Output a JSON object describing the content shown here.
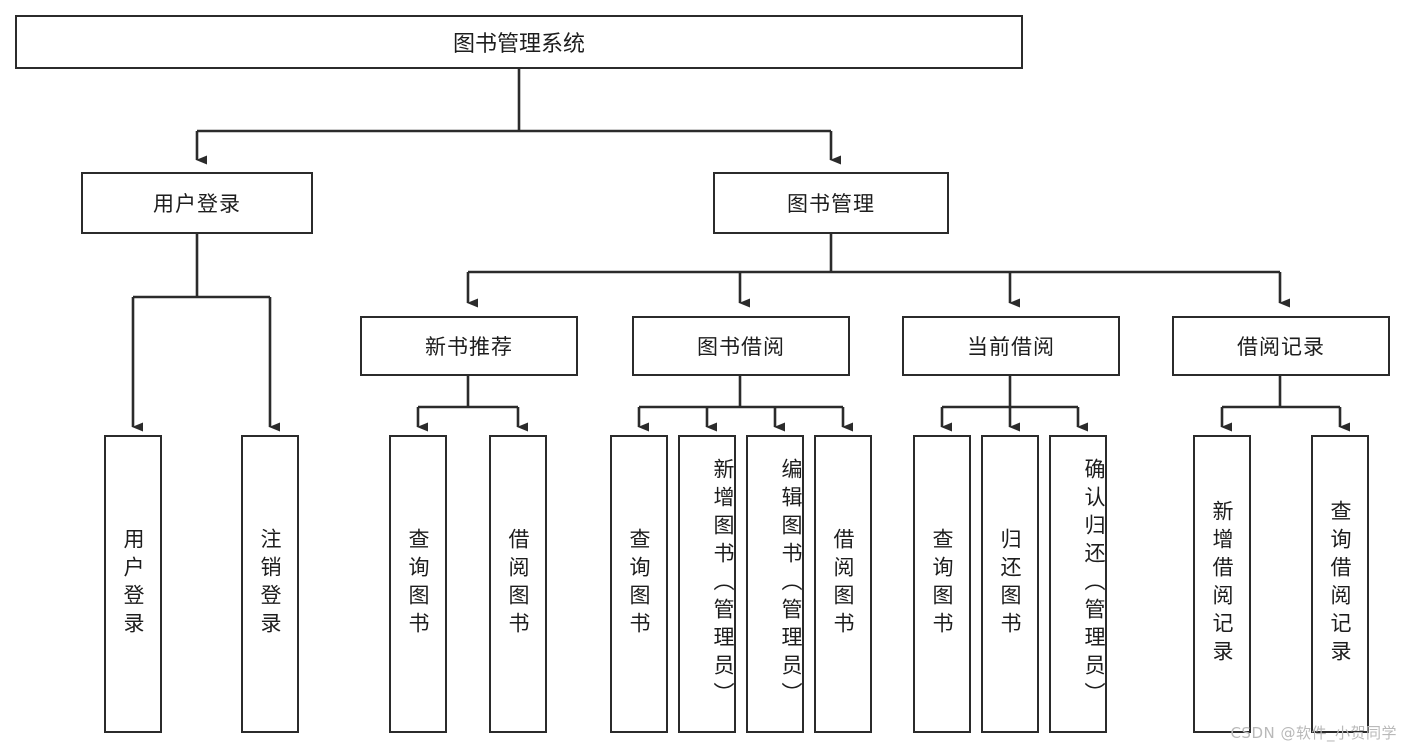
{
  "diagram": {
    "title": "图书管理系统",
    "watermark": "CSDN @软件_小贺同学",
    "colors": {
      "box_border": "#2b2b2b",
      "box_fill": "#ffffff",
      "edge": "#2b2b2b",
      "text": "#1d1d1d",
      "watermark": "#b9b9b9"
    },
    "root": {
      "label": "图书管理系统"
    },
    "level2": [
      {
        "label": "用户登录"
      },
      {
        "label": "图书管理"
      }
    ],
    "level3": [
      {
        "label": "新书推荐"
      },
      {
        "label": "图书借阅"
      },
      {
        "label": "当前借阅"
      },
      {
        "label": "借阅记录"
      }
    ],
    "leaves": {
      "user_login": [
        {
          "label": "用户登录"
        },
        {
          "label": "注销登录"
        }
      ],
      "new_book": [
        {
          "label": "查询图书"
        },
        {
          "label": "借阅图书"
        }
      ],
      "book_borrow": [
        {
          "label": "查询图书"
        },
        {
          "label": "新增图书（管理员）"
        },
        {
          "label": "编辑图书（管理员）"
        },
        {
          "label": "借阅图书"
        }
      ],
      "current_borrow": [
        {
          "label": "查询图书"
        },
        {
          "label": "归还图书"
        },
        {
          "label": "确认归还（管理员）"
        }
      ],
      "borrow_record": [
        {
          "label": "新增借阅记录"
        },
        {
          "label": "查询借阅记录"
        }
      ]
    }
  }
}
